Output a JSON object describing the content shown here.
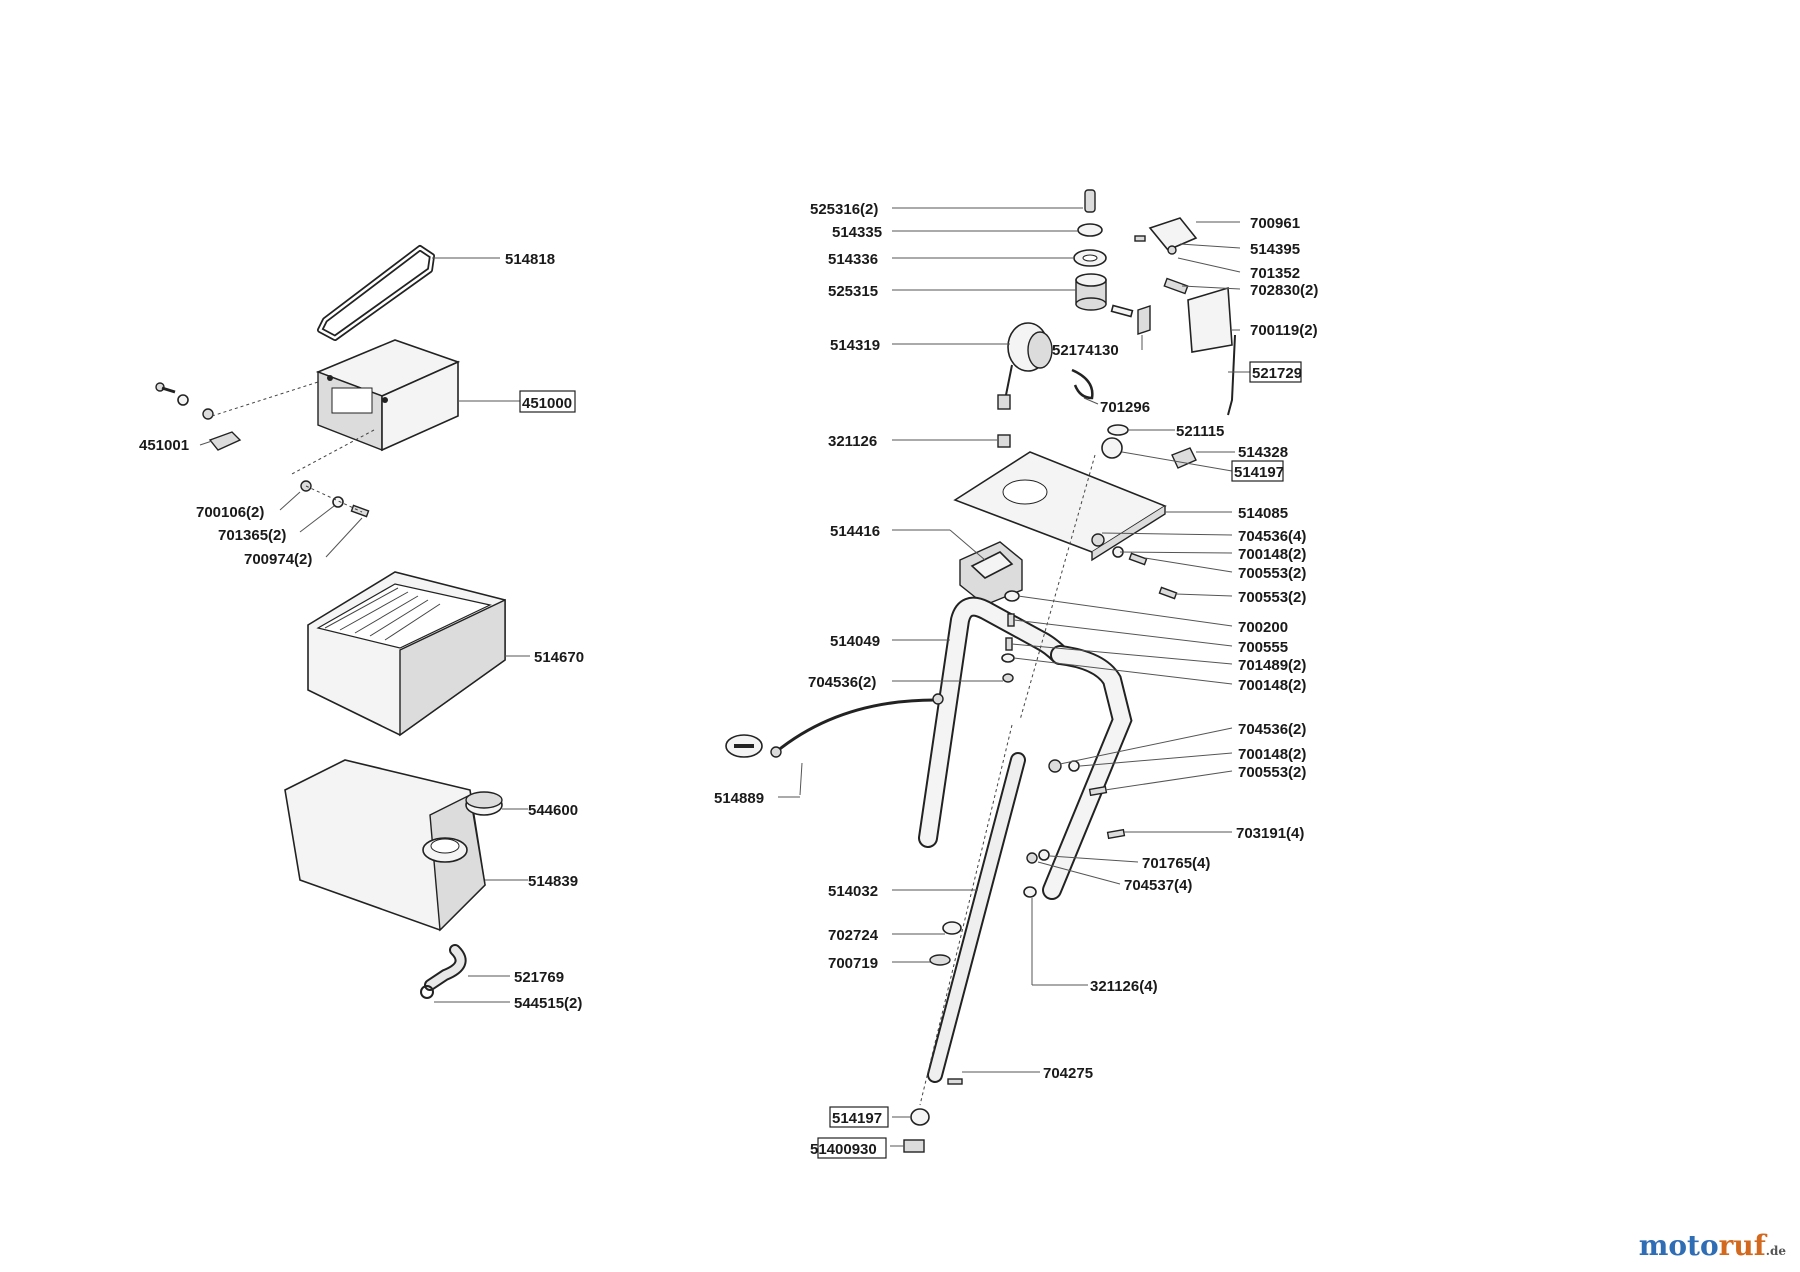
{
  "labels_left": {
    "p514818": "514818",
    "p451000": "451000",
    "p451001": "451001",
    "p700106": "700106(2)",
    "p701365": "701365(2)",
    "p700974": "700974(2)",
    "p514670": "514670",
    "p544600": "544600",
    "p514839": "514839",
    "p521769": "521769",
    "p544515": "544515(2)"
  },
  "labels_center": {
    "p525316": "525316(2)",
    "p514335": "514335",
    "p514336": "514336",
    "p525315": "525315",
    "p514319": "514319",
    "p321126": "321126",
    "p514416": "514416",
    "p514049": "514049",
    "p704536a": "704536(2)",
    "p514889": "514889",
    "p514032": "514032",
    "p702724": "702724",
    "p700719": "700719",
    "p514197b": "514197",
    "p51400930": "51400930",
    "p52174130": "52174130",
    "p701296": "701296",
    "p704275": "704275",
    "p321126x4": "321126(4)"
  },
  "labels_right": {
    "p700961": "700961",
    "p514395": "514395",
    "p701352": "701352",
    "p702830": "702830(2)",
    "p700119": "700119(2)",
    "p521729": "521729",
    "p521115": "521115",
    "p514328": "514328",
    "p514197a": "514197",
    "p514085": "514085",
    "p704536b": "704536(4)",
    "p700148a": "700148(2)",
    "p700553a": "700553(2)",
    "p700553b": "700553(2)",
    "p700200": "700200",
    "p700555": "700555",
    "p701489": "701489(2)",
    "p700148b": "700148(2)",
    "p704536c": "704536(2)",
    "p700148c": "700148(2)",
    "p700553c": "700553(2)",
    "p703191": "703191(4)",
    "p701765": "701765(4)",
    "p704537": "704537(4)"
  },
  "brand": {
    "part1": "moto",
    "part2": "ruf",
    "part3": ".de"
  },
  "colors": {
    "brand_blue": "#2f6db5",
    "brand_orange": "#d2691e"
  }
}
